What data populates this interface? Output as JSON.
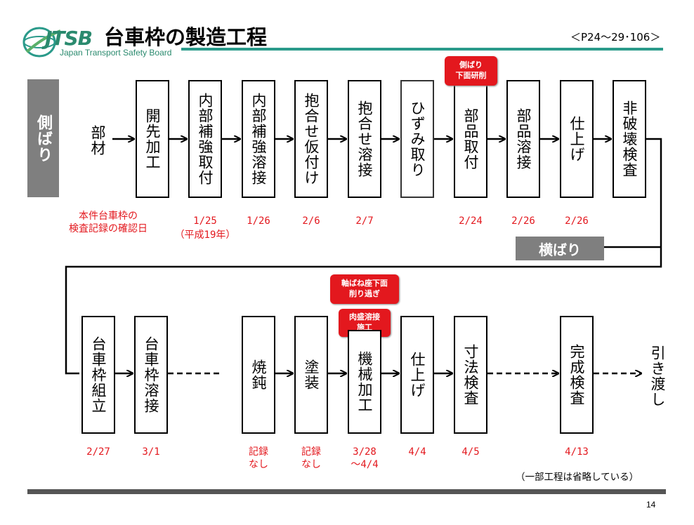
{
  "header": {
    "logo_text": "JTSB",
    "logo_subtitle": "Japan Transport Safety Board",
    "title": "台車枠の製造工程",
    "page_ref": "＜P24～29･106＞"
  },
  "colors": {
    "accent": "#2a9a8a",
    "red": "#e3181e",
    "gray": "#7f7f7f"
  },
  "row1": {
    "label": "側ばり",
    "start": "部材",
    "steps": [
      "開先加工",
      "内部補強取付",
      "内部補強溶接",
      "抱合せ仮付け",
      "抱合せ溶接",
      "ひずみ取り",
      "部品取付",
      "部品溶接",
      "仕上げ",
      "非破壊検査"
    ],
    "note": "側ばり\n下面研削",
    "dates_label": "本件台車枠の\n検査記録の確認日",
    "dates": [
      "1/25",
      "1/26",
      "2/6",
      "2/7",
      "2/24",
      "2/26",
      "2/26"
    ],
    "year_note": "（平成19年）"
  },
  "row2_label": "横ばり",
  "row3": {
    "steps": [
      "台車枠組立",
      "台車枠溶接",
      "焼鈍",
      "塗装",
      "機械加工",
      "仕上げ",
      "寸法検査",
      "完成検査"
    ],
    "end": "引き渡し",
    "note1": "軸ばね座下面\n削り過ぎ",
    "note2": "肉盛溶接\n施工",
    "dates": [
      "2/27",
      "3/1",
      "記録\nなし",
      "記録\nなし",
      "3/28\n～4/4",
      "4/4",
      "4/5",
      "4/13"
    ]
  },
  "footer": {
    "note": "（一部工程は省略している）",
    "page_number": "14"
  }
}
